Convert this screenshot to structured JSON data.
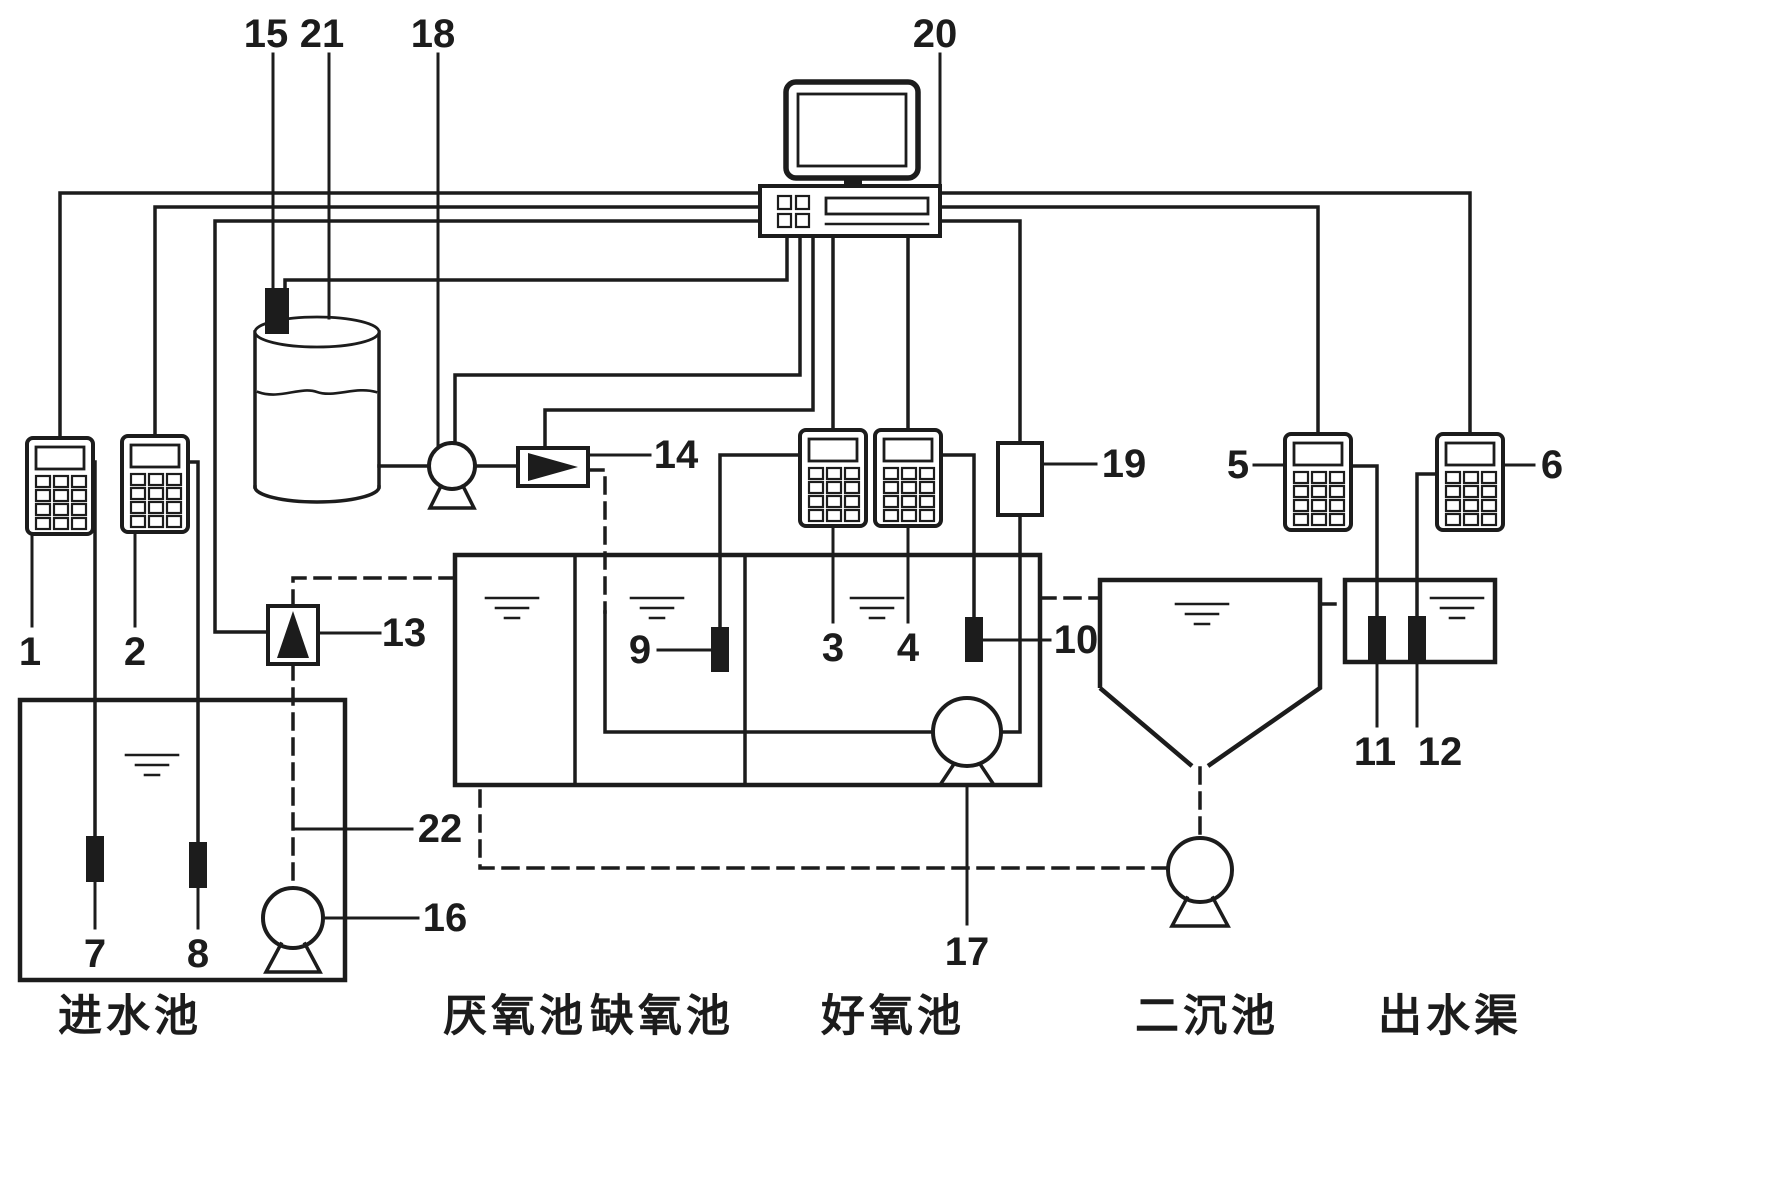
{
  "colors": {
    "line": "#1c1c1c",
    "background": "#ffffff"
  },
  "callouts": {
    "n1": "1",
    "n2": "2",
    "n3": "3",
    "n4": "4",
    "n5": "5",
    "n6": "6",
    "n7": "7",
    "n8": "8",
    "n9": "9",
    "n10": "10",
    "n11": "11",
    "n12": "12",
    "n13": "13",
    "n14": "14",
    "n15": "15",
    "n16": "16",
    "n17": "17",
    "n18": "18",
    "n19": "19",
    "n20": "20",
    "n21": "21",
    "n22": "22"
  },
  "basins": {
    "inlet": "进水池",
    "anaerobic": "厌氧池",
    "anoxic": "缺氧池",
    "aerobic": "好氧池",
    "clarifier": "二沉池",
    "outlet": "出水渠"
  }
}
